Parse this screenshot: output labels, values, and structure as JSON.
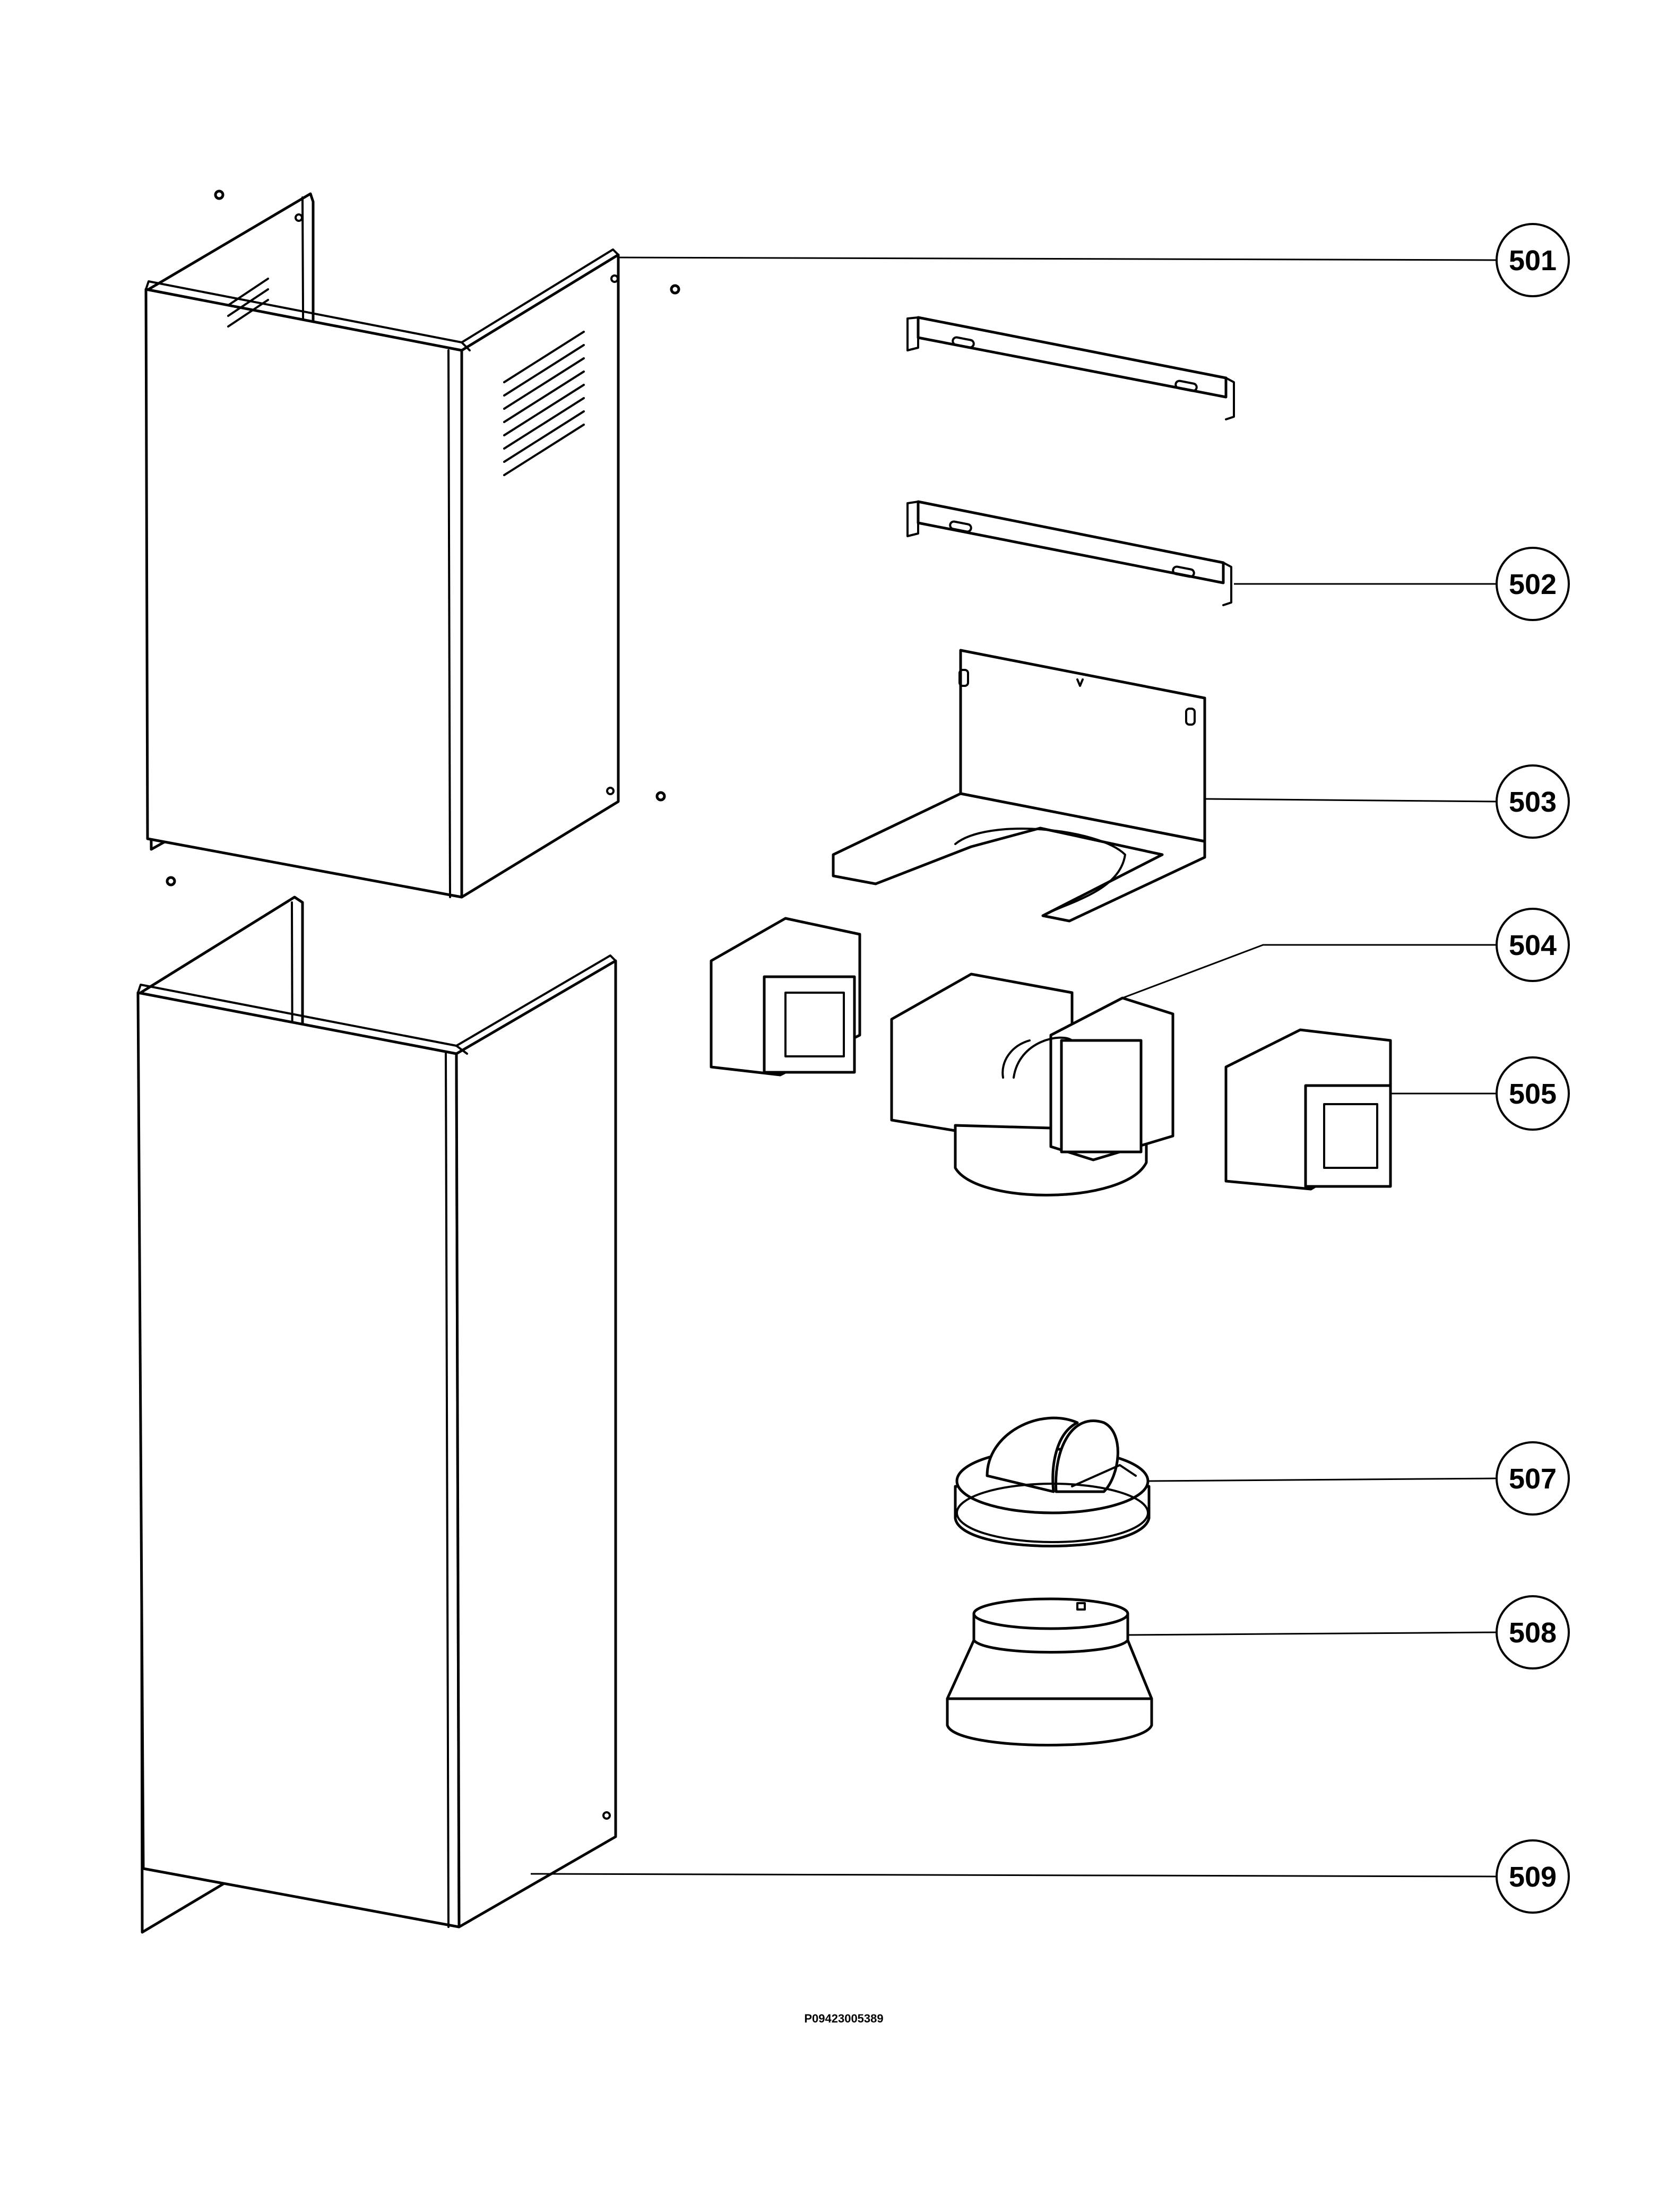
{
  "callouts": {
    "c501": "501",
    "c502": "502",
    "c503": "503",
    "c504": "504",
    "c505": "505",
    "c507": "507",
    "c508": "508",
    "c509": "509"
  },
  "drawing_number": "P09423005389",
  "colors": {
    "line": "#000000",
    "background": "#ffffff"
  }
}
